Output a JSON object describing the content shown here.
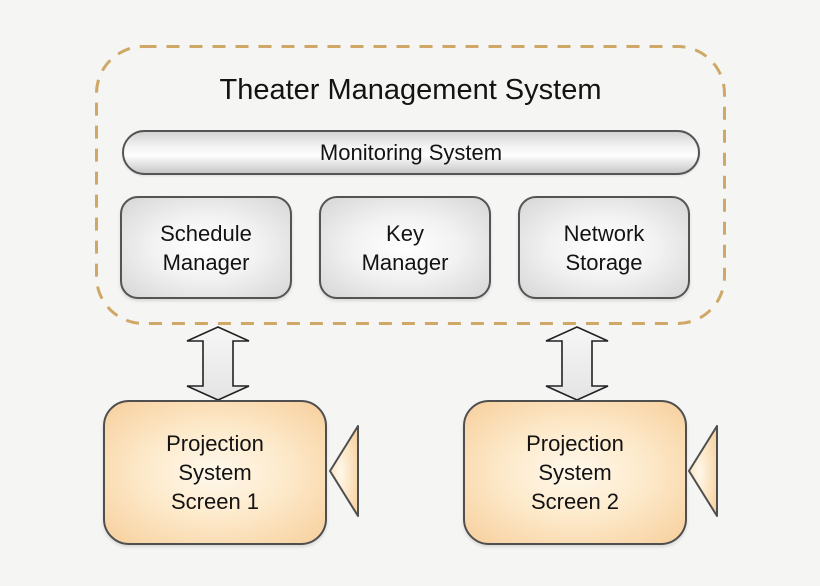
{
  "tms": {
    "title": "Theater Management System",
    "monitoring_label": "Monitoring System",
    "components": [
      {
        "label": "Schedule\nManager"
      },
      {
        "label": "Key\nManager"
      },
      {
        "label": "Network\nStorage"
      }
    ]
  },
  "projectors": [
    {
      "label": "Projection\nSystem\nScreen 1"
    },
    {
      "label": "Projection\nSystem\nScreen 2"
    }
  ],
  "colors": {
    "background": "#f5f5f4",
    "dashed_border": "#cfa766",
    "box_border": "#545454",
    "gray_box_center": "#ffffff",
    "gray_box_edge": "#d6d6d6",
    "pill_top": "#d4d4d4",
    "pill_bottom": "#c7c7c7",
    "orange_box_center": "#fff8ec",
    "orange_box_edge": "#f7cf9c",
    "arrow_fill": "#eeeeee",
    "arrow_outline": "#222222",
    "text": "#131313"
  }
}
